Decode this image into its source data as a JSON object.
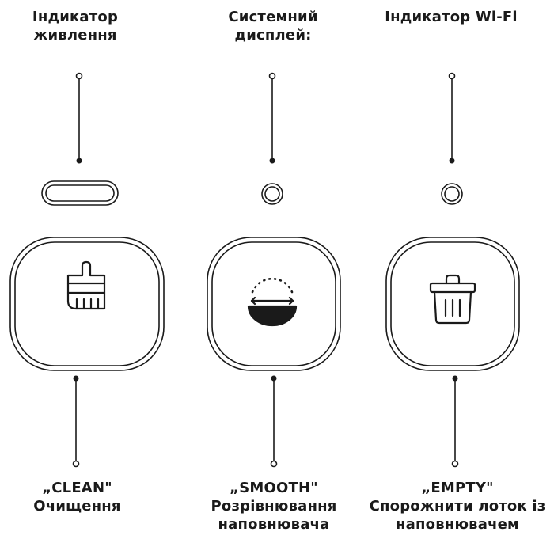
{
  "top_labels": {
    "power": [
      "Індикатор",
      "живлення"
    ],
    "display": [
      "Системний",
      "дисплей:"
    ],
    "wifi": [
      "Індикатор Wi-Fi"
    ]
  },
  "buttons": {
    "clean": {
      "icon": "broom-icon",
      "lines": [
        "„CLEAN\"",
        "Очищення"
      ]
    },
    "smooth": {
      "icon": "level-bowl-icon",
      "lines": [
        "„SMOOTH\"",
        "Розрівнювання",
        "наповнювача"
      ]
    },
    "empty": {
      "icon": "trash-icon",
      "lines": [
        "„EMPTY\"",
        "Спорожнити лоток із",
        "наповнювачем"
      ]
    }
  },
  "colors": {
    "stroke": "#1a1a1a",
    "background": "#ffffff"
  }
}
